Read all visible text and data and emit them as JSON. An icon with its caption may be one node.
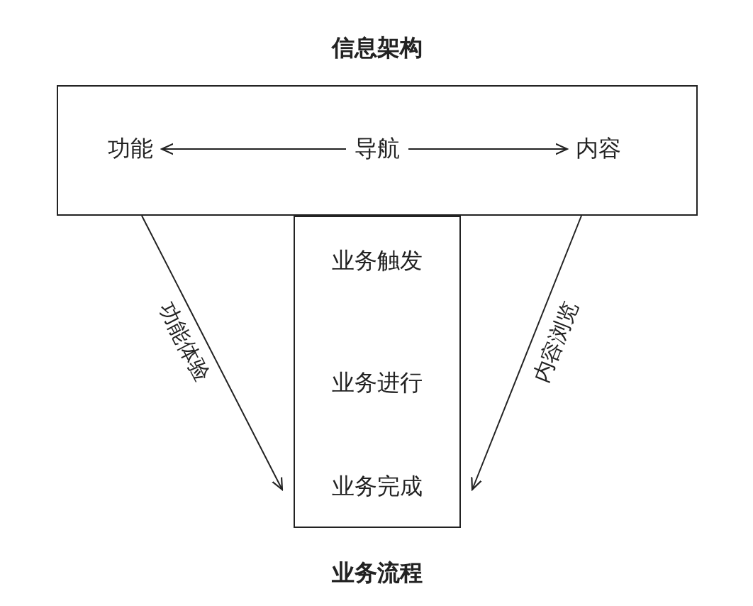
{
  "diagram": {
    "nodes": [
      {
        "text": [
          "信息架构"
        ]
      },
      {
        "text": [
          "功能"
        ],
        "in": 0
      },
      {
        "text": [
          "导航"
        ],
        "in": 0
      },
      {
        "text": [
          "内容"
        ],
        "in": 0
      },
      {
        "text": [
          "业务流程"
        ]
      },
      {
        "text": [
          "业务触发"
        ],
        "in": 4
      },
      {
        "text": [
          "业务进行"
        ],
        "in": 4
      },
      {
        "text": [
          "业务完成"
        ],
        "in": 4
      }
    ],
    "edges": [
      {
        "from": 2,
        "to": 1,
        "arrow": "to"
      },
      {
        "from": 2,
        "to": 3,
        "arrow": "to"
      },
      {
        "from": 1,
        "to": 7,
        "arrow": "to",
        "label": "功能体验"
      },
      {
        "from": 3,
        "to": 7,
        "arrow": "to",
        "label": "内容浏览"
      }
    ]
  }
}
